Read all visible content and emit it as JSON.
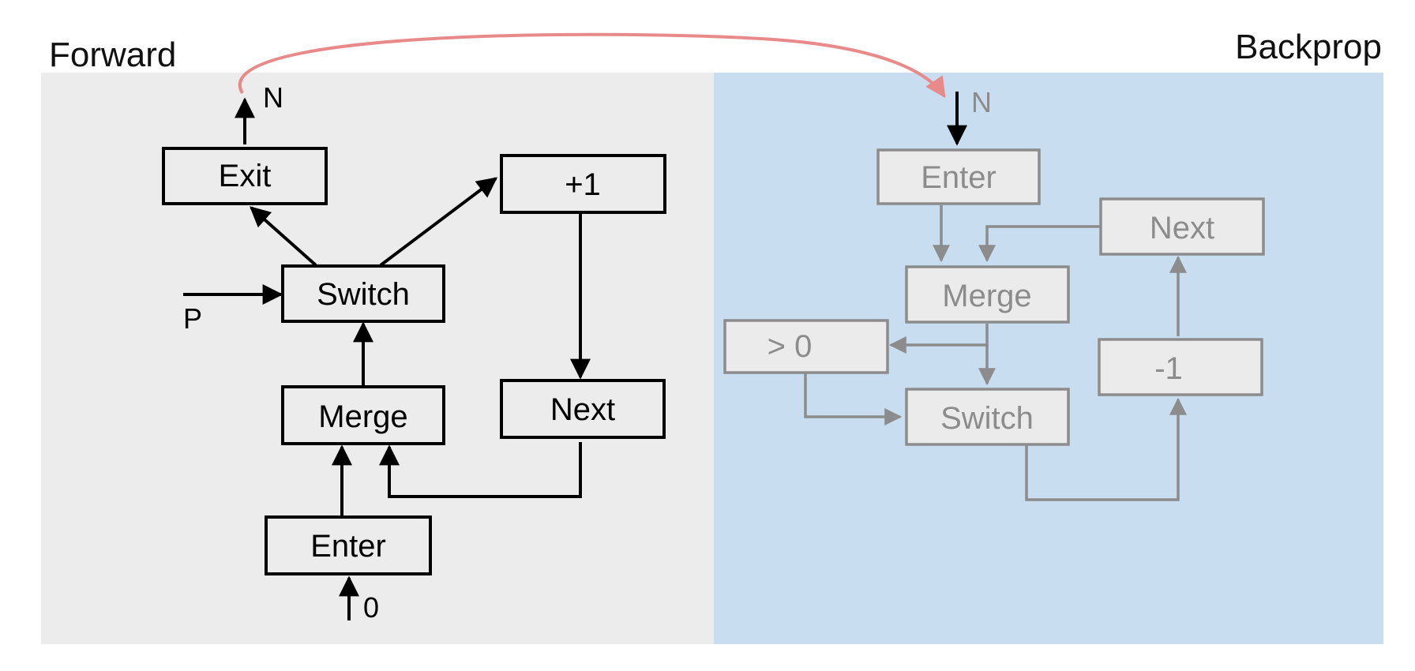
{
  "panels": {
    "forward": {
      "title": "Forward",
      "background": "#ececec"
    },
    "backprop": {
      "title": "Backprop",
      "background": "#c8ddf0"
    }
  },
  "forward": {
    "nodes": {
      "exit": "Exit",
      "plus_one": "+1",
      "switch": "Switch",
      "merge": "Merge",
      "next": "Next",
      "enter": "Enter"
    },
    "labels": {
      "output": "N",
      "predicate": "P",
      "input": "0"
    }
  },
  "backprop": {
    "nodes": {
      "enter": "Enter",
      "next": "Next",
      "merge": "Merge",
      "greater_zero": "> 0",
      "minus_one": "-1",
      "switch": "Switch"
    },
    "labels": {
      "input": "N"
    }
  },
  "colors": {
    "forward_stroke": "#000000",
    "backprop_stroke": "#8c8c8c",
    "link_arrow": "#e88a8a"
  }
}
